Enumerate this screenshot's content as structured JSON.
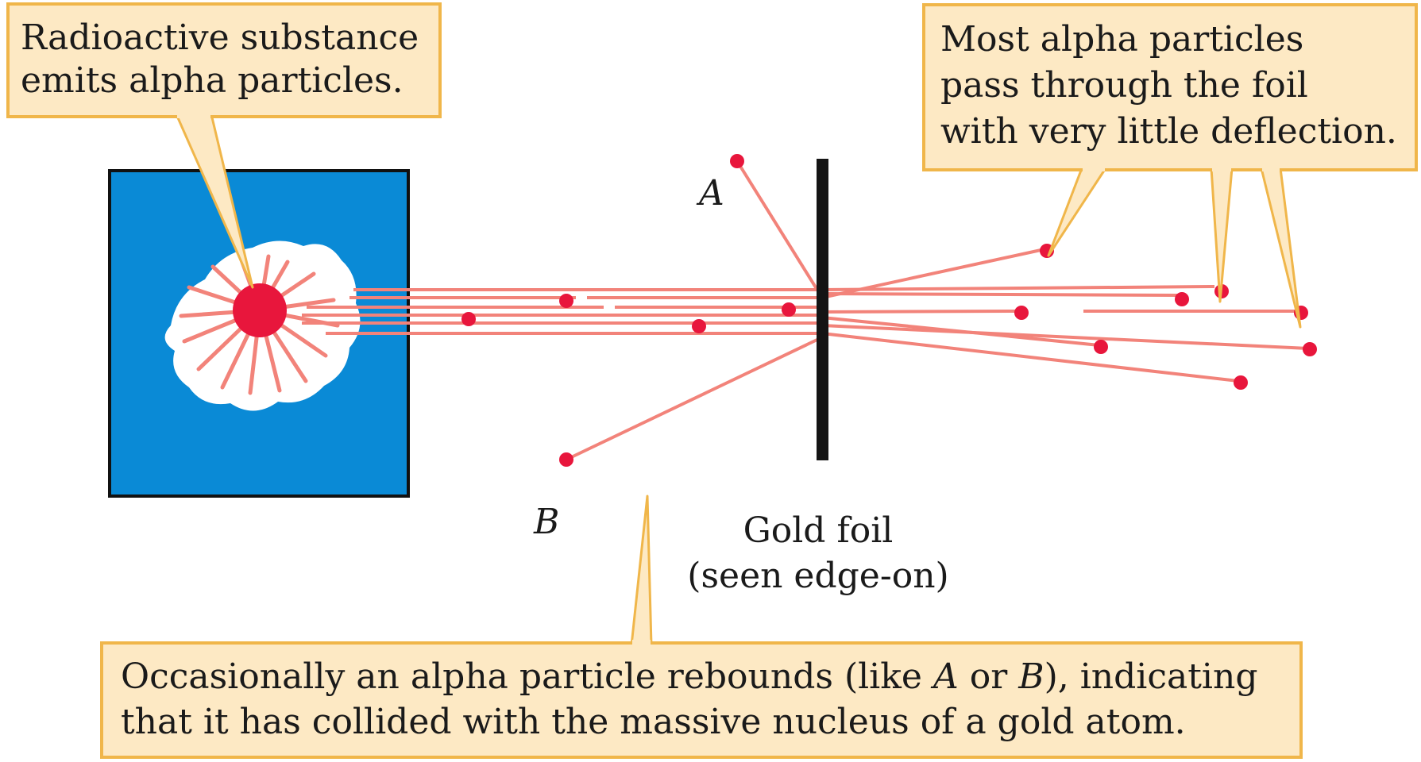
{
  "callouts": {
    "source": {
      "line1": "Radioactive substance",
      "line2": "emits alpha particles."
    },
    "pass_through": {
      "line1": "Most alpha particles",
      "line2": "pass through the foil",
      "line3": "with very little deflection."
    },
    "rebound": {
      "line1_a": "Occasionally an alpha particle rebounds (like ",
      "line1_A": "A",
      "line1_or": " or ",
      "line1_B": "B",
      "line1_b": "), indicating",
      "line2": "that it has collided with the massive nucleus of a gold atom."
    }
  },
  "labels": {
    "particle_a": "A",
    "particle_b": "B",
    "foil_line1": "Gold foil",
    "foil_line2": "(seen edge-on)"
  },
  "colors": {
    "callout_fill": "#fde9c4",
    "callout_border": "#f0b64a",
    "box_blue": "#0a8ad6",
    "beam": "#f2837a",
    "particle": "#e8163c",
    "foil": "#141414",
    "burst": "#ffffff"
  }
}
